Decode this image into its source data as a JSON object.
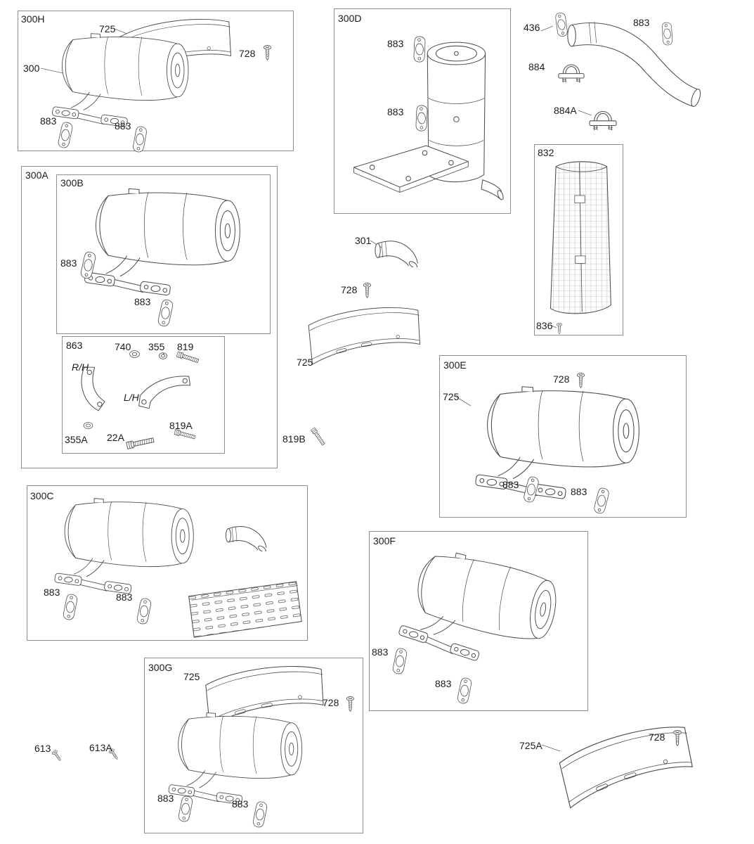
{
  "diagram": {
    "boxes": {
      "h": "300H",
      "d": "300D",
      "a": "300A",
      "b": "300B",
      "brk": "863",
      "scr": "832",
      "e": "300E",
      "c": "300C",
      "f": "300F",
      "g": "300G"
    },
    "labels": {
      "h725": "725",
      "h728": "728",
      "h300": "300",
      "h883a": "883",
      "h883b": "883",
      "d883a": "883",
      "d883b": "883",
      "tr436": "436",
      "tr883": "883",
      "tr884": "884",
      "tr884a": "884A",
      "scr836": "836",
      "b883a": "883",
      "b883b": "883",
      "rh": "R/H",
      "lh": "L/H",
      "w740": "740",
      "w355": "355",
      "b819": "819",
      "w355a": "355A",
      "b22a": "22A",
      "b819a": "819A",
      "m301": "301",
      "m728": "728",
      "m725": "725",
      "b819b": "819B",
      "e728": "728",
      "e725": "725",
      "e883a": "883",
      "e883b": "883",
      "c883a": "883",
      "c883b": "883",
      "f883a": "883",
      "f883b": "883",
      "g725": "725",
      "g728": "728",
      "g883a": "883",
      "g883b": "883",
      "s613": "613",
      "s613a": "613A",
      "p725a": "725A",
      "br728": "728"
    }
  }
}
